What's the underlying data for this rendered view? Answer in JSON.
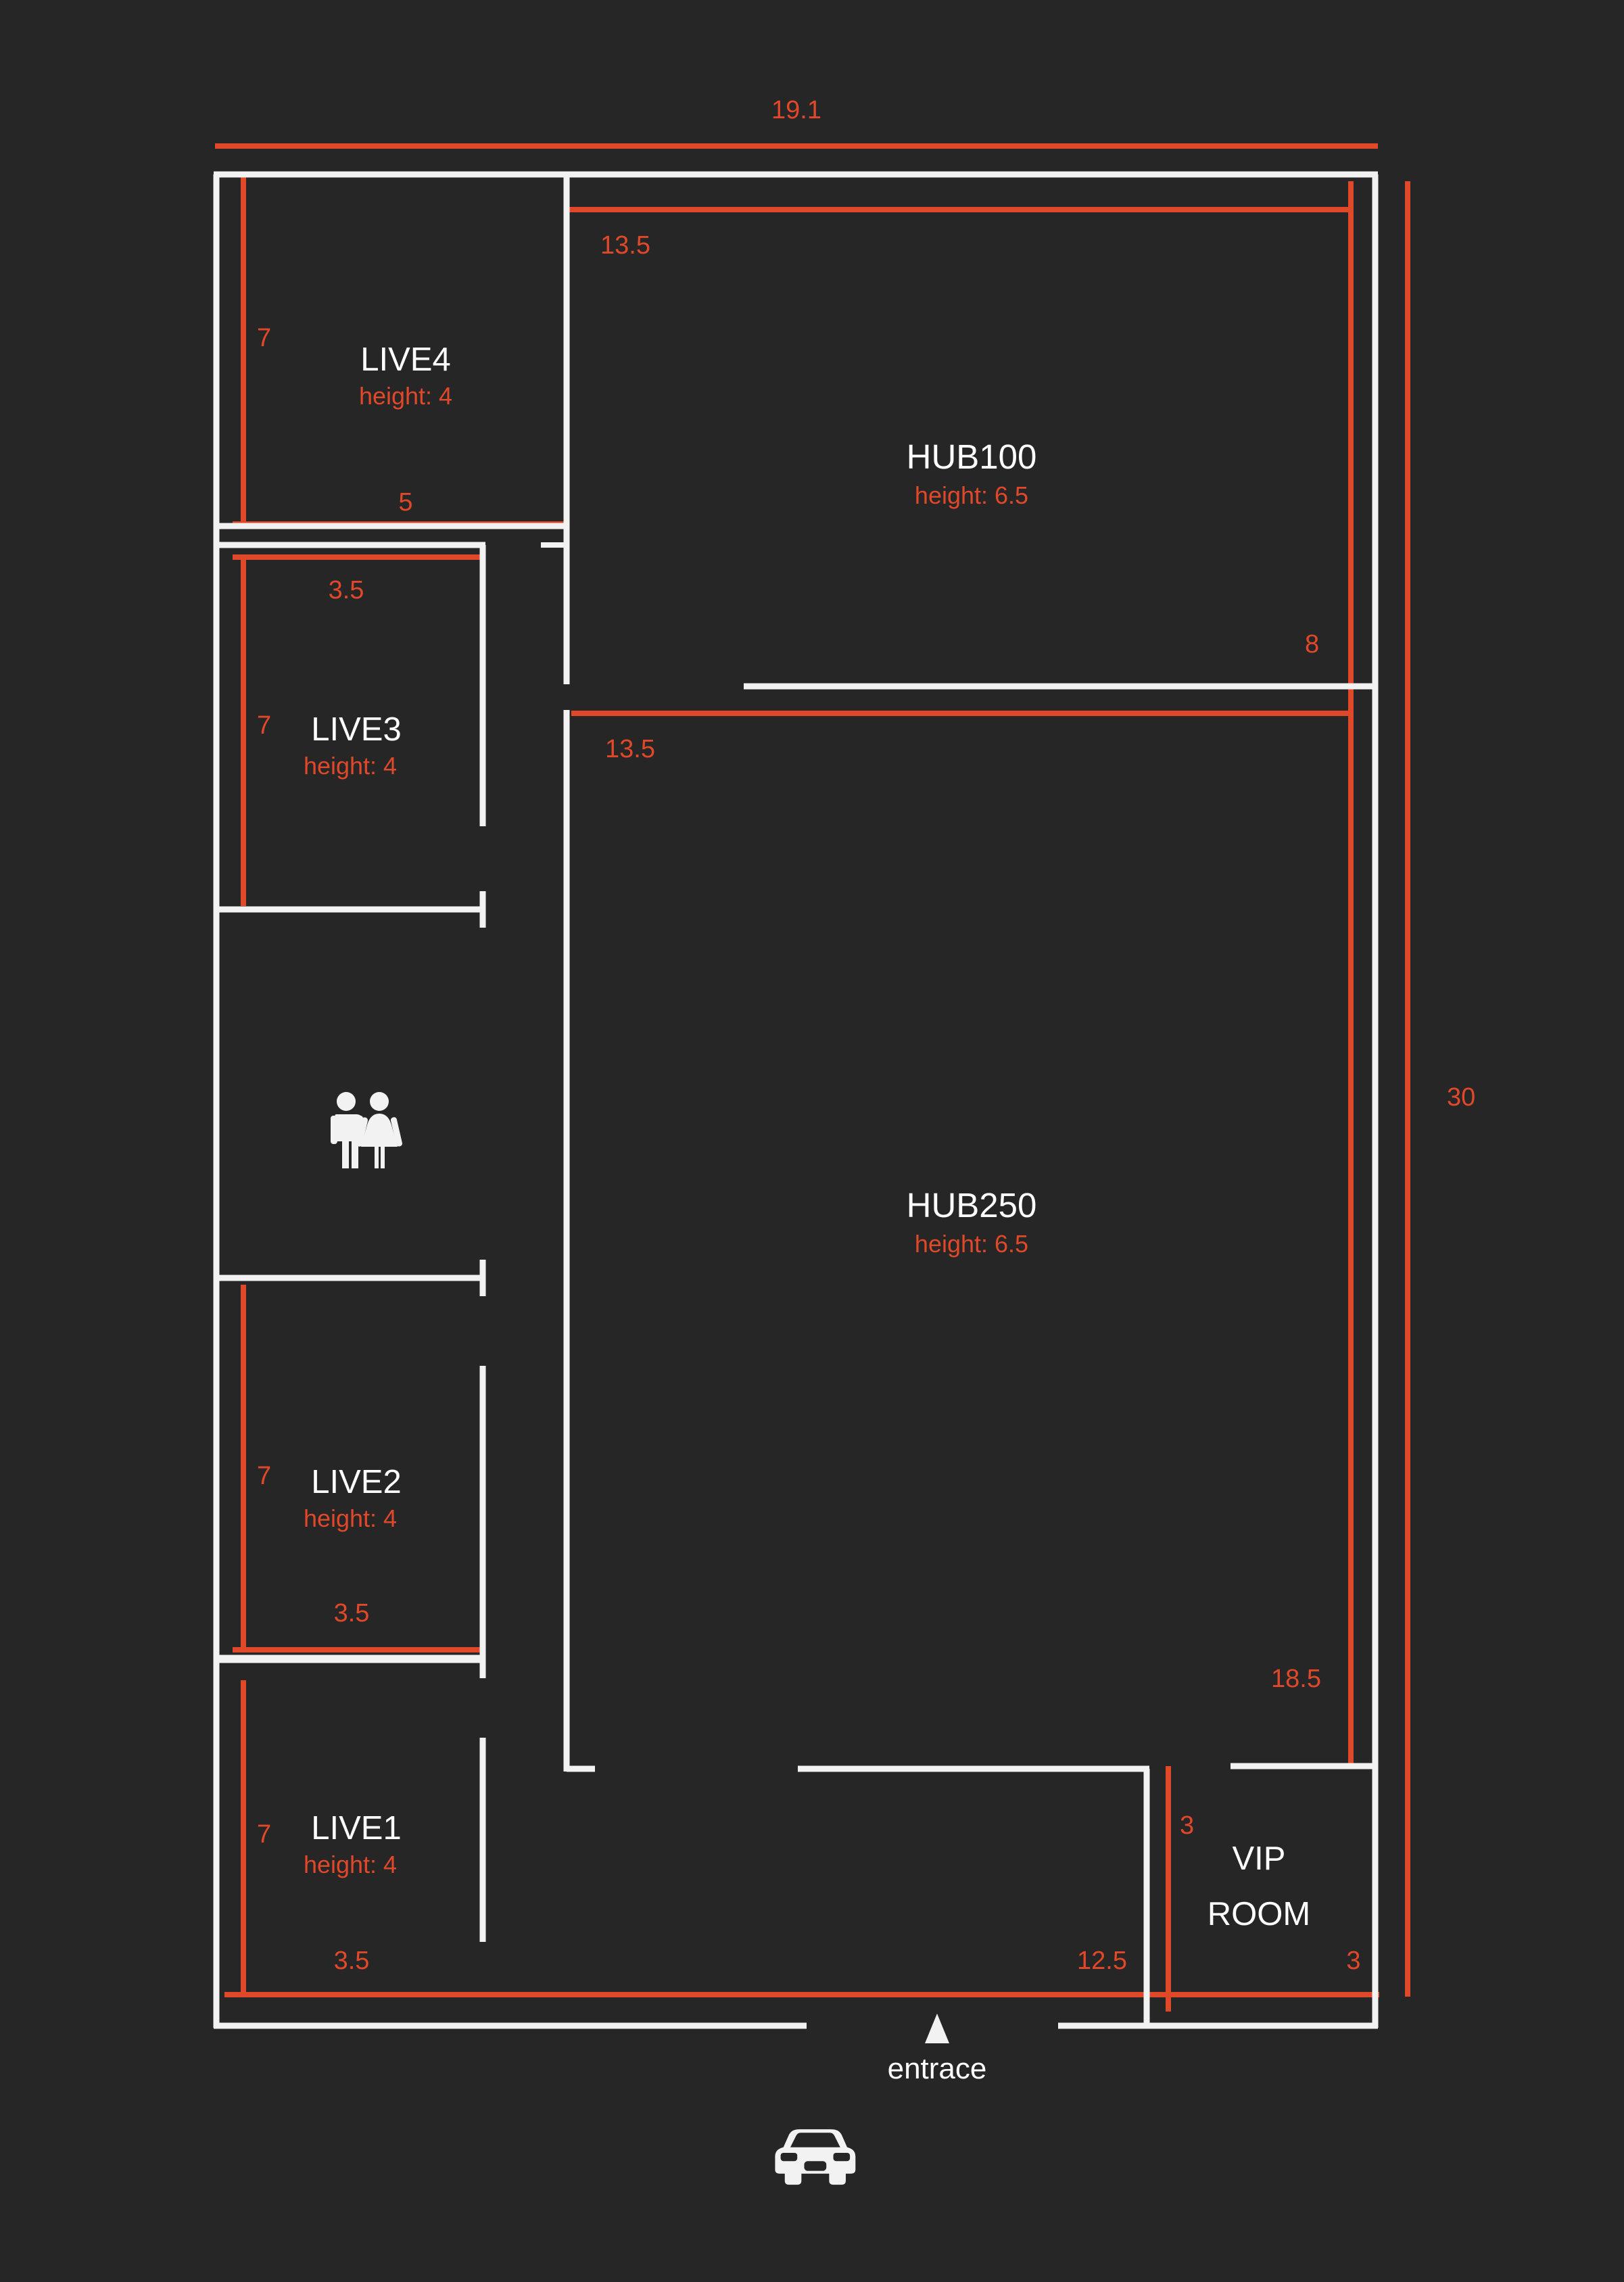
{
  "plan": {
    "background_color": "#262626",
    "wall_color": "#f2f2f2",
    "dimension_color": "#e0482a",
    "rooms": [
      {
        "id": "live4",
        "name": "LIVE4",
        "height_label": "height: 4"
      },
      {
        "id": "live3",
        "name": "LIVE3",
        "height_label": "height: 4"
      },
      {
        "id": "live2",
        "name": "LIVE2",
        "height_label": "height: 4"
      },
      {
        "id": "live1",
        "name": "LIVE1",
        "height_label": "height: 4"
      },
      {
        "id": "hub100",
        "name": "HUB100",
        "height_label": "height: 6.5"
      },
      {
        "id": "hub250",
        "name": "HUB250",
        "height_label": "height: 6.5"
      },
      {
        "id": "viproom",
        "name_line1": "VIP",
        "name_line2": "ROOM"
      }
    ],
    "dimensions": {
      "overall_width": "19.1",
      "overall_height": "30",
      "hub100_width": "13.5",
      "hub100_right": "8",
      "hub250_width": "13.5",
      "hub250_right": "18.5",
      "live4_height": "7",
      "live4_width": "5",
      "live3_height": "7",
      "live3_width": "3.5",
      "live2_height": "7",
      "live2_width": "3.5",
      "live1_height": "7",
      "live1_width": "3.5",
      "bottom_corridor": "12.5",
      "vip_height": "3",
      "vip_width": "3"
    },
    "entrance": {
      "label": "entrace",
      "marker": "triangle-up-icon"
    },
    "icons": {
      "restroom": "restroom-icon",
      "parking": "car-icon"
    }
  }
}
